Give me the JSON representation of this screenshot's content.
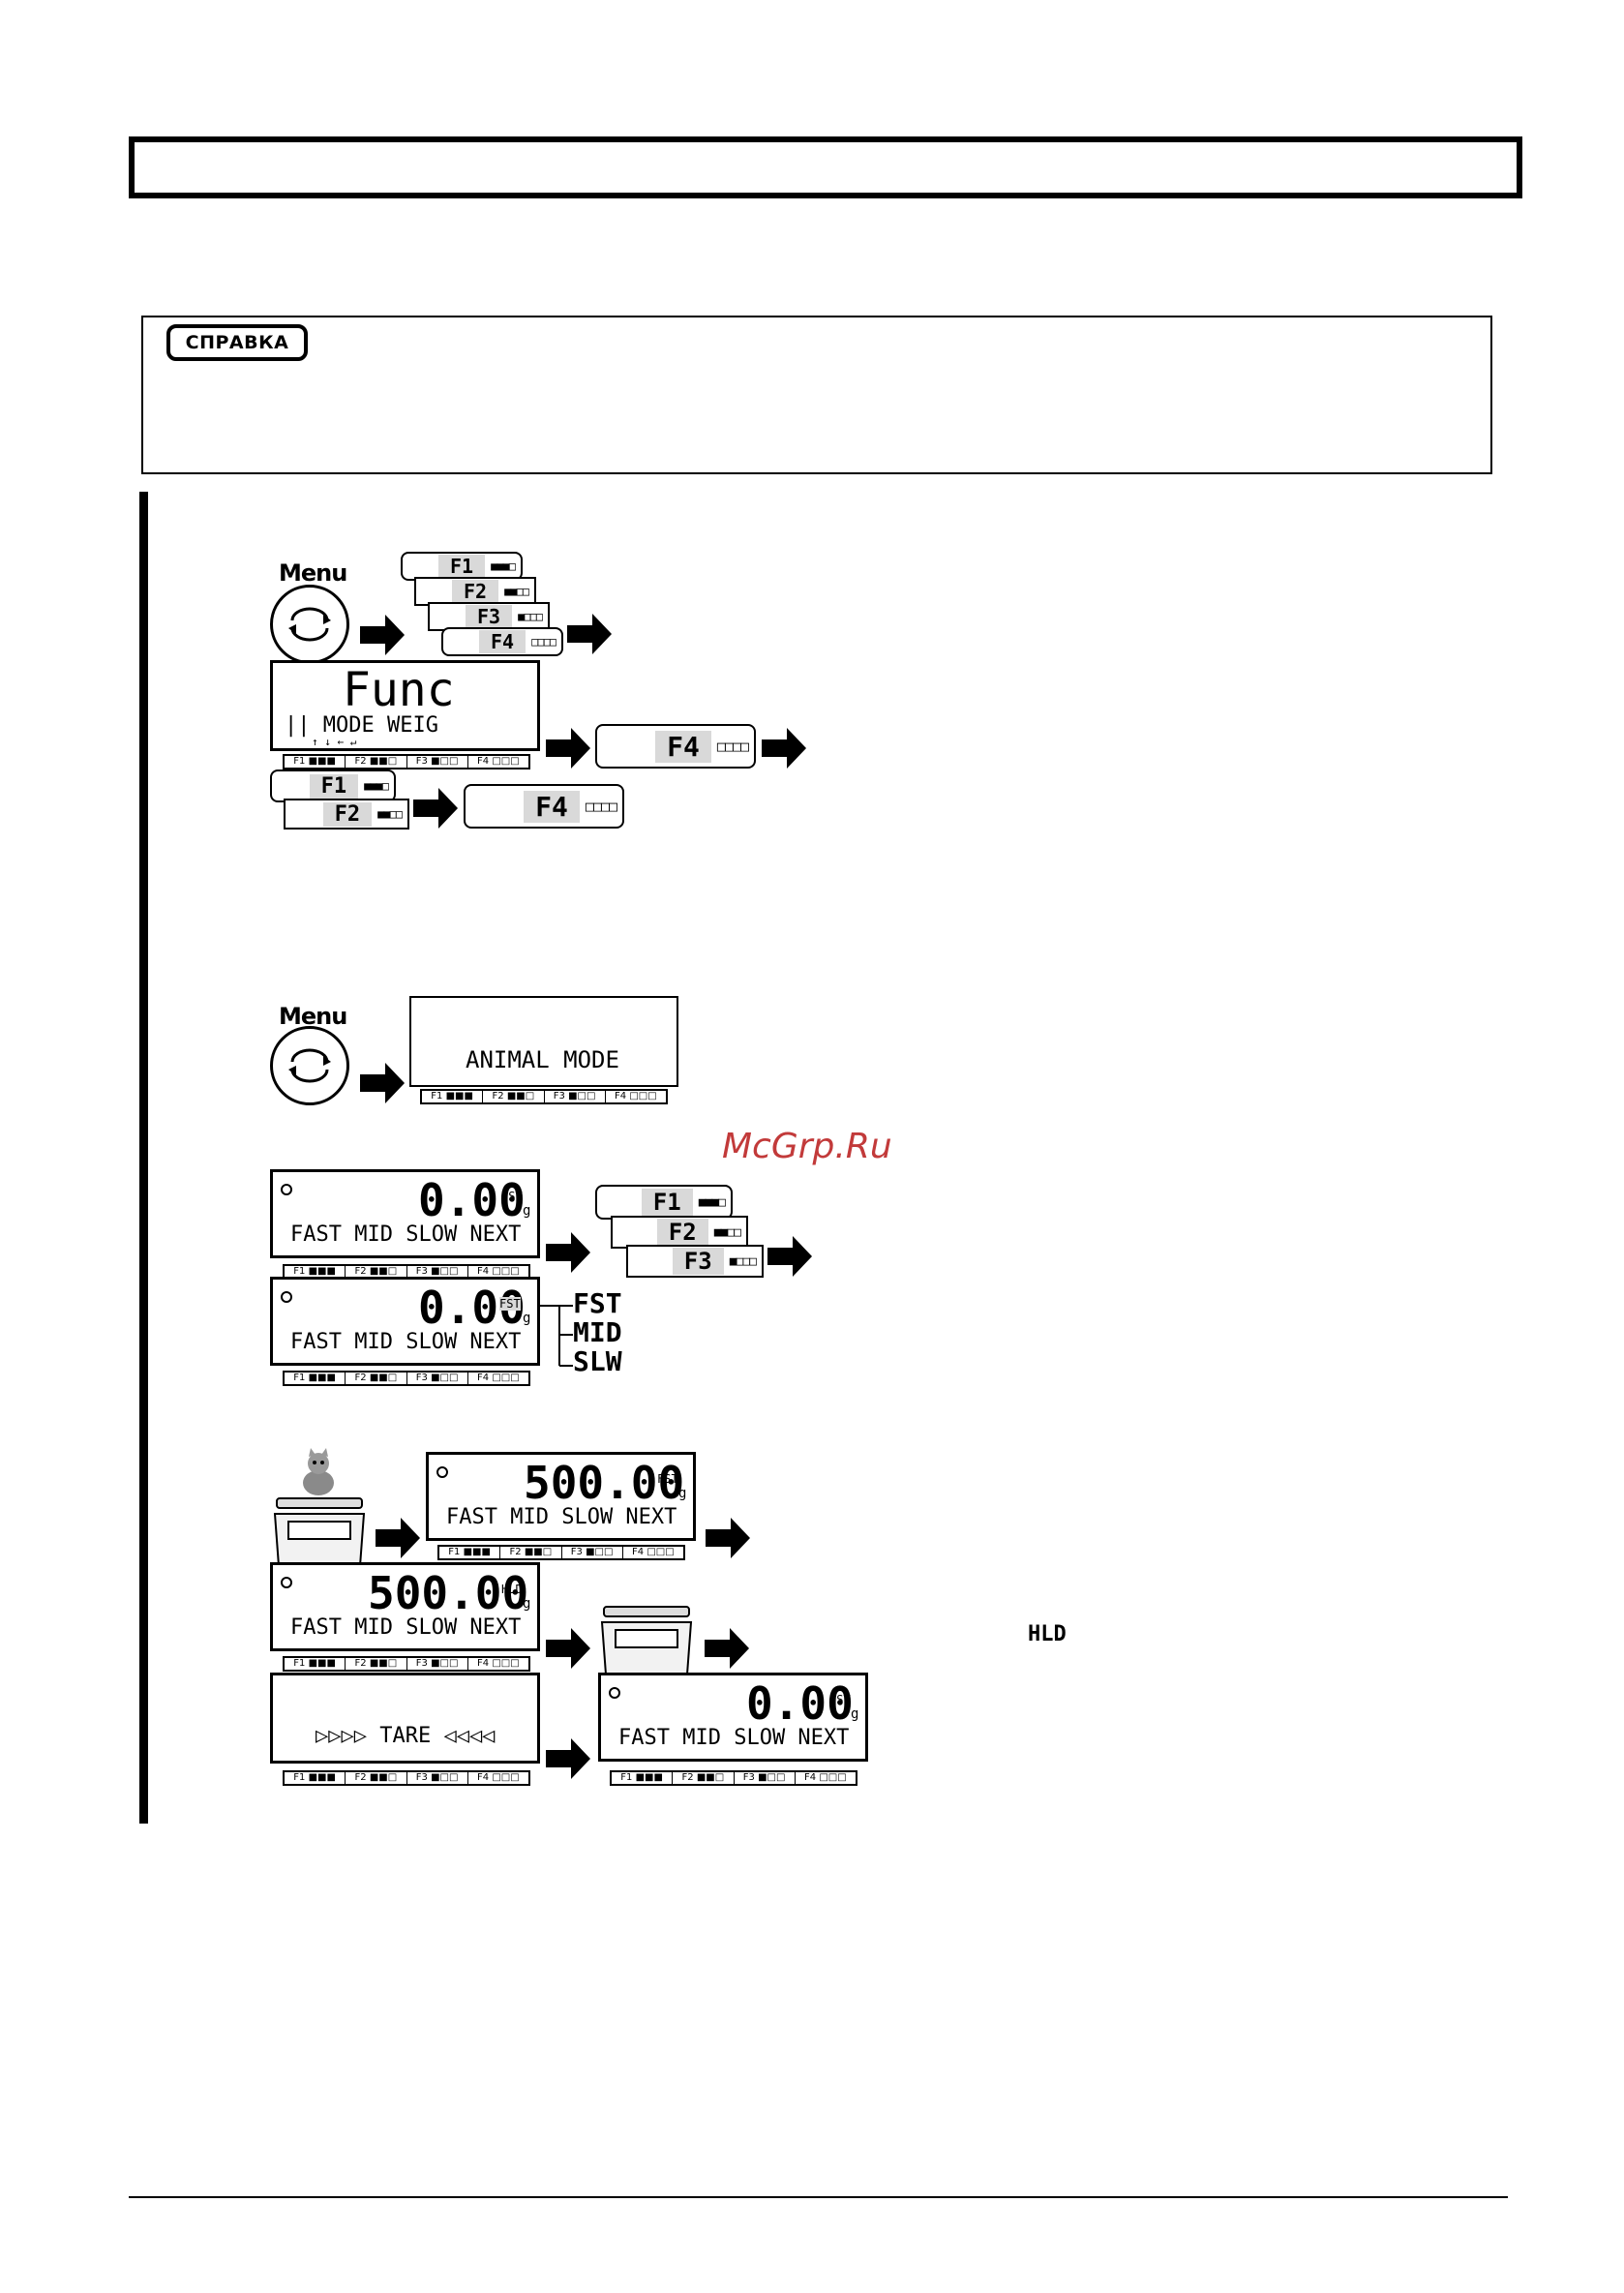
{
  "note": {
    "badge": "СПРАВКА"
  },
  "icons": {
    "menu_key": "menu-rotate-icon",
    "arrow": "right-arrow-icon",
    "scale": "scale-icon",
    "cat": "cat-icon"
  },
  "menu_label": "Menu",
  "fkeys": {
    "f1": "F1",
    "f2": "F2",
    "f3": "F3",
    "f4": "F4",
    "f1_dots": "■■■□",
    "f2_dots": "■■□□",
    "f3_dots": "■□□□",
    "f4_dots": "□□□□"
  },
  "fbar": {
    "f1": "F1 ■■■",
    "f2": "F2 ■■□",
    "f3": "F3 ■□□",
    "f4": "F4 □□□"
  },
  "displays": {
    "func": {
      "main": "Func",
      "line": "|| MODE      WEIG",
      "arrows": "↑    ↓    ←    ↵"
    },
    "animal": {
      "line": "ANIMAL  MODE"
    },
    "zero1": {
      "value": "0.00",
      "unit_top": "FST",
      "unit": "g",
      "line": "FAST MID SLOW NEXT"
    },
    "zero2": {
      "value": "0.00",
      "unit_top": "FST",
      "unit": "g",
      "line": "FAST MID SLOW NEXT"
    },
    "modes": [
      "FST",
      "MID",
      "SLW"
    ],
    "weigh1": {
      "value": "500.00",
      "unit_top": "FST",
      "unit": "g",
      "line": "FAST MID SLOW NEXT"
    },
    "weigh2": {
      "value": "500.00",
      "unit_top": "HLD",
      "unit": "g",
      "line": "FAST MID SLOW NEXT"
    },
    "tare": {
      "line": "▷▷▷▷ TARE ◁◁◁◁"
    },
    "zero3": {
      "value": "0.00",
      "unit_top": "FST",
      "unit": "g",
      "line": "FAST MID SLOW NEXT"
    }
  },
  "watermark": "McGrp.Ru",
  "hl_label": "HLD"
}
